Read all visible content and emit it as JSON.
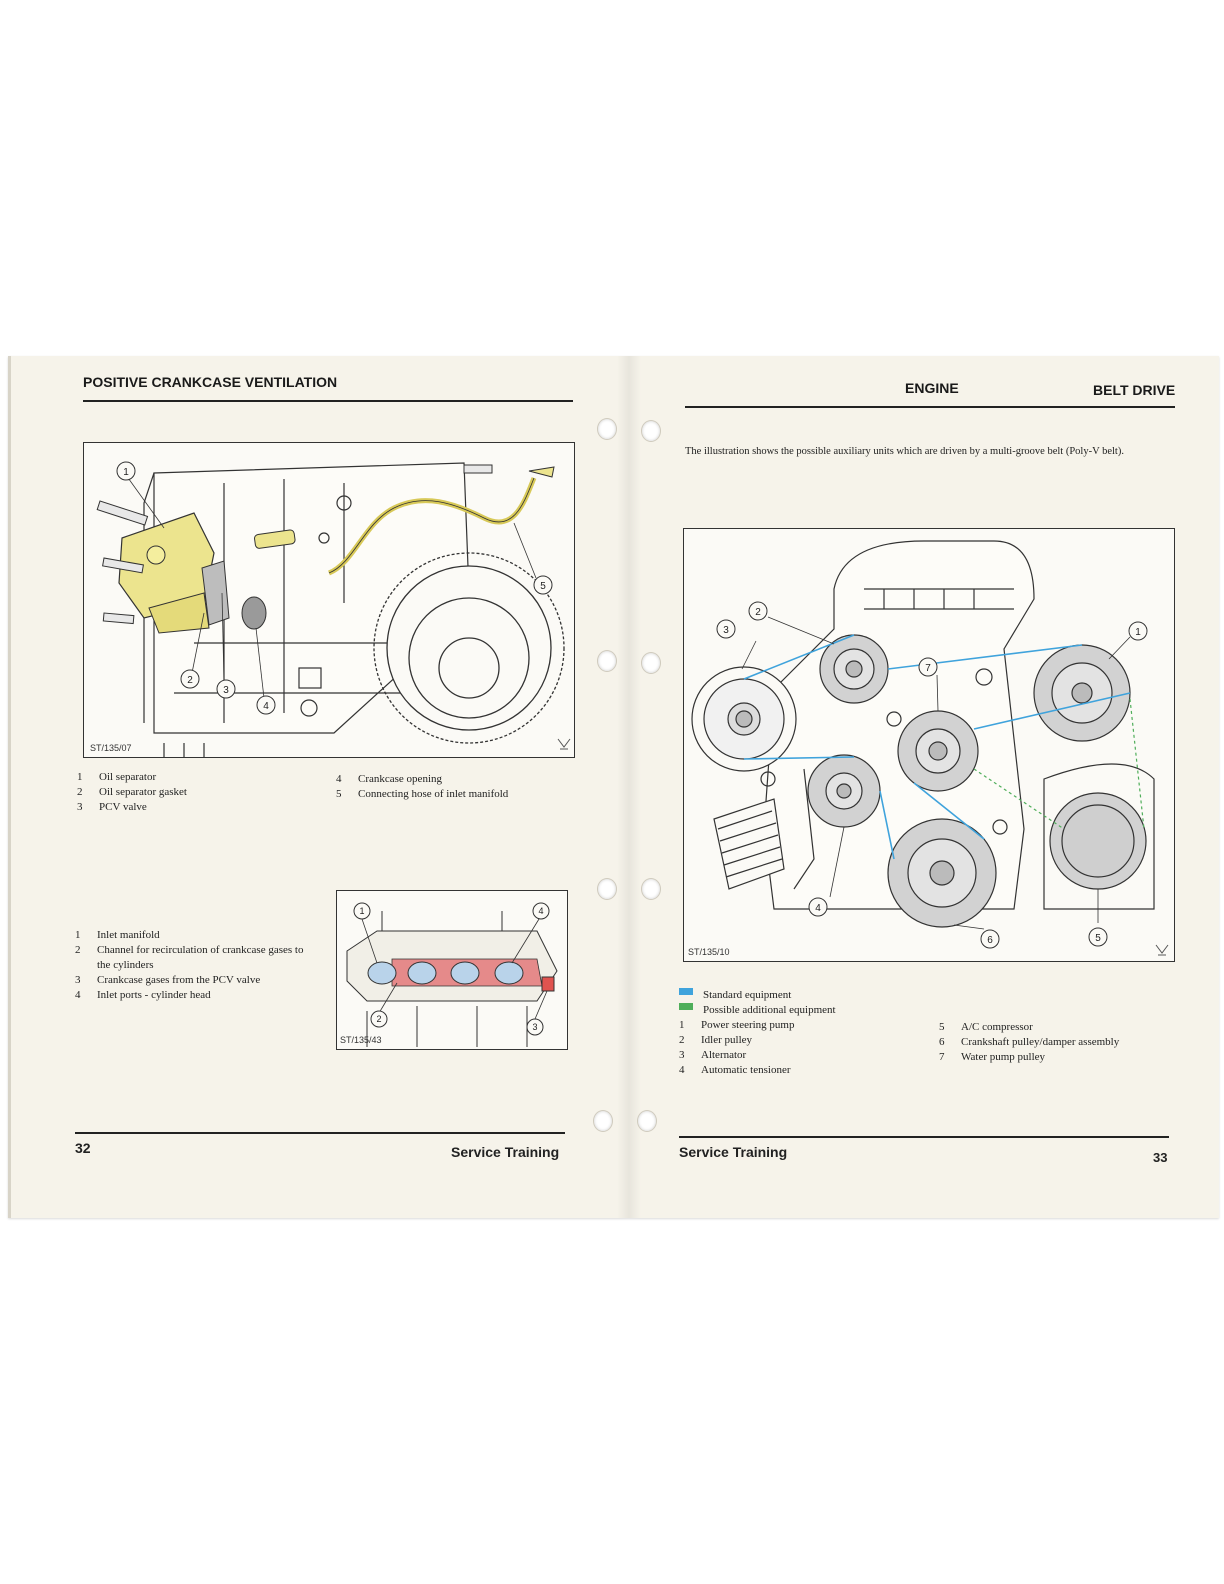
{
  "left_page": {
    "header": "POSITIVE CRANKCASE VENTILATION",
    "figure1": {
      "code": "ST/135/07",
      "callouts": [
        "1",
        "2",
        "3",
        "4",
        "5"
      ]
    },
    "legend1": [
      {
        "n": "1",
        "text": "Oil separator"
      },
      {
        "n": "2",
        "text": "Oil separator gasket"
      },
      {
        "n": "3",
        "text": "PCV valve"
      },
      {
        "n": "4",
        "text": "Crankcase opening"
      },
      {
        "n": "5",
        "text": "Connecting hose of inlet manifold"
      }
    ],
    "figure2": {
      "code": "ST/135/43",
      "callouts": [
        "1",
        "2",
        "3",
        "4"
      ]
    },
    "legend2": [
      {
        "n": "1",
        "text": "Inlet manifold"
      },
      {
        "n": "2",
        "text": "Channel for recirculation of crankcase gases to the cylinders"
      },
      {
        "n": "3",
        "text": "Crankcase gases from the PCV valve"
      },
      {
        "n": "4",
        "text": "Inlet ports - cylinder head"
      }
    ],
    "page_number": "32",
    "footer": "Service Training"
  },
  "right_page": {
    "header_section": "ENGINE",
    "header_title": "BELT DRIVE",
    "intro": "The illustration shows the possible auxiliary units which are driven by a multi-groove belt (Poly-V belt).",
    "figure": {
      "code": "ST/135/10",
      "callouts": [
        "1",
        "2",
        "3",
        "4",
        "5",
        "6",
        "7"
      ]
    },
    "key": [
      {
        "color": "#2f9fe0",
        "label": "Standard equipment"
      },
      {
        "color": "#3aa84a",
        "label": "Possible additional equipment"
      }
    ],
    "legend": [
      {
        "n": "1",
        "text": "Power steering pump"
      },
      {
        "n": "2",
        "text": "Idler pulley"
      },
      {
        "n": "3",
        "text": "Alternator"
      },
      {
        "n": "4",
        "text": "Automatic tensioner"
      },
      {
        "n": "5",
        "text": "A/C compressor"
      },
      {
        "n": "6",
        "text": "Crankshaft pulley/damper assembly"
      },
      {
        "n": "7",
        "text": "Water pump pulley"
      }
    ],
    "footer": "Service Training",
    "page_number": "33"
  },
  "colors": {
    "oil_separator": "#ece48e",
    "hose": "#d8c958",
    "belt": "#3fa3dc",
    "optional_belt": "#4fae5a",
    "manifold_channel": "#e58a8a",
    "inlet_port": "#b9d3ea"
  }
}
